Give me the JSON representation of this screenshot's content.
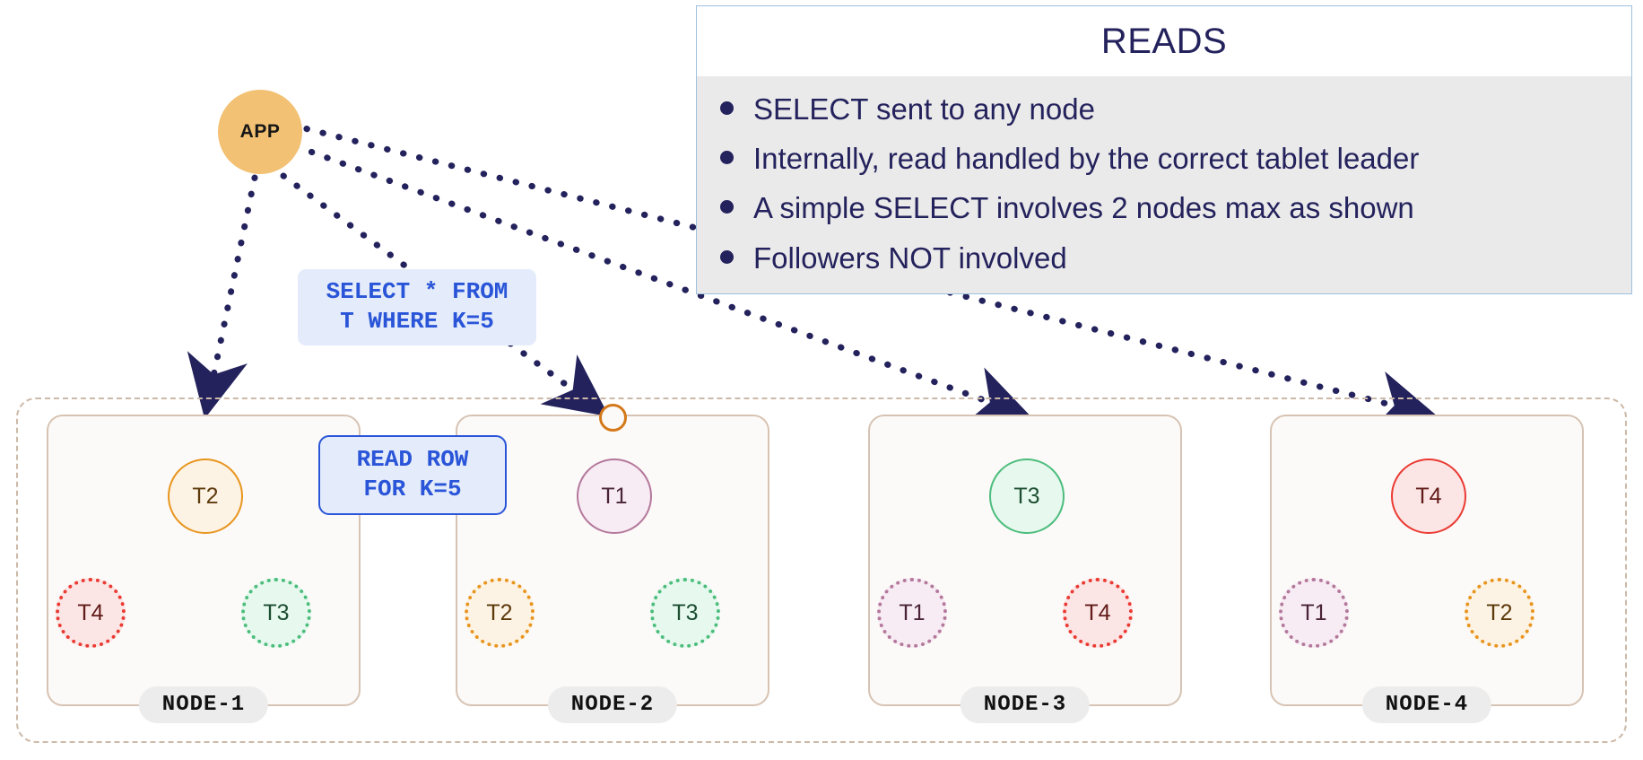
{
  "app": {
    "label": "APP"
  },
  "reads_panel": {
    "title": "READS",
    "bullets": [
      "SELECT sent to any node",
      "Internally, read handled by the correct tablet leader",
      "A simple SELECT involves 2 nodes max as shown",
      "Followers NOT involved"
    ],
    "border_color": "#9fc0e0",
    "body_bg": "#eaeaea",
    "text_color": "#24225c"
  },
  "messages": {
    "select_query": "SELECT * FROM\nT WHERE K=5",
    "read_row": "READ ROW\nFOR K=5",
    "accent_color": "#2a55d8",
    "bg_color": "#e4ecfb"
  },
  "cluster": {
    "border_color": "#cdb9a8",
    "nodes": [
      {
        "name": "NODE-1",
        "leader": {
          "id": "T2",
          "role": "leader",
          "color": "#e8951e"
        },
        "followers": [
          {
            "id": "T4",
            "role": "follower",
            "color": "#ea3a33"
          },
          {
            "id": "T3",
            "role": "follower",
            "color": "#4cbd7d"
          }
        ]
      },
      {
        "name": "NODE-2",
        "leader": {
          "id": "T1",
          "role": "leader",
          "color": "#b4789c"
        },
        "followers": [
          {
            "id": "T2",
            "role": "follower",
            "color": "#e8951e"
          },
          {
            "id": "T3",
            "role": "follower",
            "color": "#4cbd7d"
          }
        ]
      },
      {
        "name": "NODE-3",
        "leader": {
          "id": "T3",
          "role": "leader",
          "color": "#4cbd7d"
        },
        "followers": [
          {
            "id": "T1",
            "role": "follower",
            "color": "#b4789c"
          },
          {
            "id": "T4",
            "role": "follower",
            "color": "#ea3a33"
          }
        ]
      },
      {
        "name": "NODE-4",
        "leader": {
          "id": "T4",
          "role": "leader",
          "color": "#ea3a33"
        },
        "followers": [
          {
            "id": "T1",
            "role": "follower",
            "color": "#b4789c"
          },
          {
            "id": "T2",
            "role": "follower",
            "color": "#e8951e"
          }
        ]
      }
    ]
  },
  "connectors": {
    "dotted_color": "#24225c",
    "solid_color": "#5b8fe0"
  }
}
